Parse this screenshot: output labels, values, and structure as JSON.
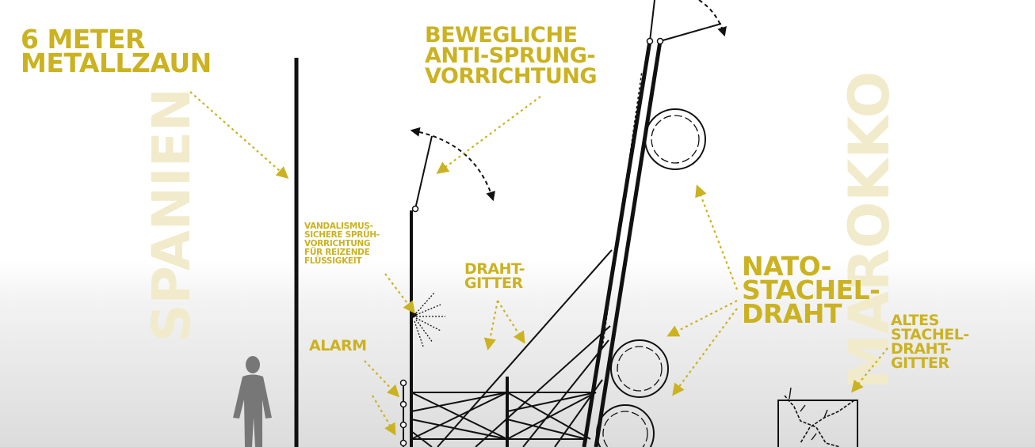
{
  "colors": {
    "label": "#cbb221",
    "country": "#f1ebcb",
    "line": "#111111",
    "person": "#777777"
  },
  "countries": {
    "left": "SPANIEN",
    "right": "MAROKKO"
  },
  "labels": {
    "fence": [
      "6 METER",
      "METALLZAUN"
    ],
    "jump": [
      "BEWEGLICHE",
      "ANTI-SPRUNG-",
      "VORRICHTUNG"
    ],
    "spray": [
      "VANDALISMUS-",
      "SICHERE SPRÜH-",
      "VORRICHTUNG",
      "FÜR REIZENDE",
      "FLÜSSIGKEIT"
    ],
    "mesh": [
      "DRAHT-",
      "GITTER"
    ],
    "alarm": "ALARM",
    "nato": [
      "NATO-",
      "STACHEL-",
      "DRAHT"
    ],
    "old": [
      "ALTES",
      "STACHEL-",
      "DRAHT-",
      "GITTER"
    ]
  },
  "icons": {
    "person": "person-silhouette-icon",
    "spray": "spray-icon"
  }
}
